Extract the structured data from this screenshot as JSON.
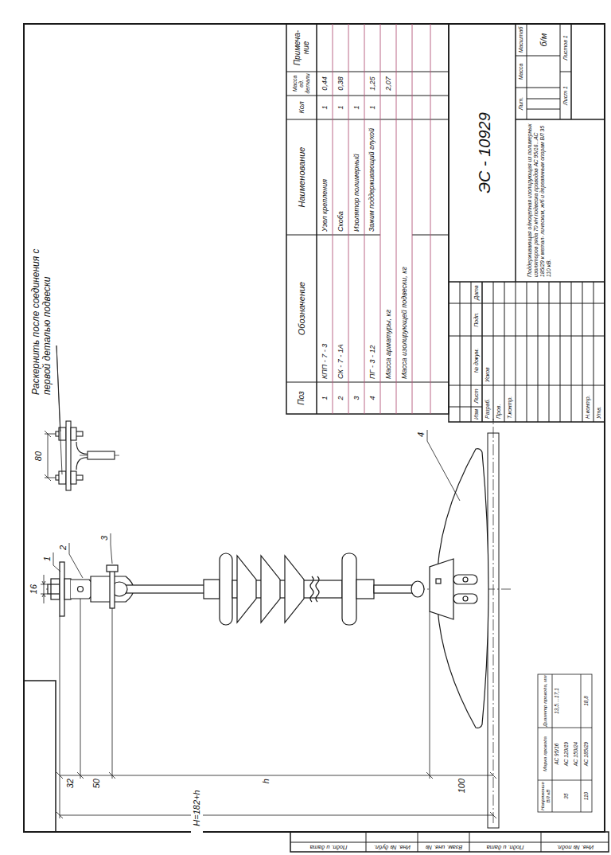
{
  "diagram": {
    "title": "ЭС - 10929",
    "labels": [
      "Раскернить после соединения с первой деталью подвески",
      "80",
      "16",
      "1",
      "2",
      "3",
      "4",
      "32",
      "50",
      "h",
      "100",
      "H=182+h",
      "Напряжение ВЛ кВ",
      "Марка провода",
      "Диаметр провода, мм",
      "35",
      "АС 95/16",
      "13,5....17,1",
      "АС 120/19",
      "АС 150/24",
      "110",
      "АС 185/29",
      "18,8",
      "Поз",
      "Обозначение",
      "Наименование",
      "Кол",
      "Масса ед. детали",
      "Примеча- ние",
      "1",
      "КПП - 7 - 3",
      "Узел крепления",
      "1",
      "0,44",
      "2",
      "СК - 7 - 1А",
      "Скоба",
      "1",
      "0,38",
      "3",
      "Изолятор полимерный",
      "1",
      "4",
      "ПГ - 3 - 12",
      "Зажим поддерживающий глухой",
      "1",
      "1,25",
      "Масса арматуры, кг",
      "2,07",
      "Масса изолирующей подвески, кг",
      "Поддерживающая одноцепная изолирующая из полимерных изоляторов ряда 70 кН подвеска проводов АС 95/16...АС 185/29 к метал- лическим, ж/б и деревянным опорам ВЛ 35 110 кВ.",
      "Изм",
      "Лист",
      "№ докум.",
      "Подп.",
      "Дата",
      "Разраб.",
      "Усков",
      "Пров.",
      "Т.контр.",
      "Н.контр.",
      "Утв.",
      "Лит.",
      "Масса",
      "Масштаб",
      "б/м",
      "Лист 1",
      "Листов 1",
      "Подп. и дата",
      "Инв. № дубл.",
      "Взам. инв. №",
      "Подп. и дата",
      "Инв. № подл."
    ]
  }
}
